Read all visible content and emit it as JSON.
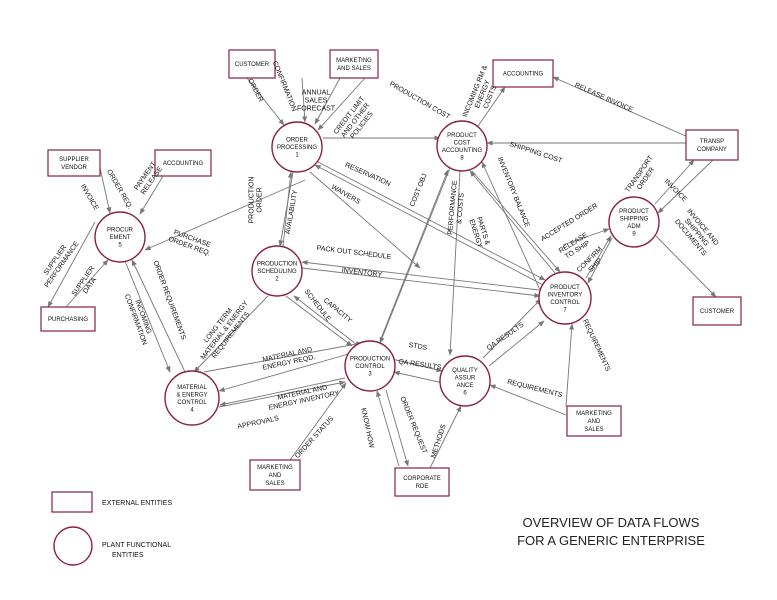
{
  "title": {
    "line1": "OVERVIEW OF DATA FLOWS",
    "line2": "FOR A GENERIC ENTERPRISE"
  },
  "legend": {
    "external": "EXTERNAL ENTITIES",
    "plant": [
      "PLANT FUNCTIONAL",
      "ENTITIES"
    ]
  },
  "external_entities": [
    {
      "id": "customer-top",
      "lines": [
        "CUSTOMER"
      ]
    },
    {
      "id": "marketing-top",
      "lines": [
        "MARKETING",
        "AND SALES"
      ]
    },
    {
      "id": "accounting-top",
      "lines": [
        "ACCOUNTING"
      ]
    },
    {
      "id": "supplier-vendor",
      "lines": [
        "SUPPLIER",
        "VENDOR"
      ]
    },
    {
      "id": "accounting-left",
      "lines": [
        "ACCOUNTING"
      ]
    },
    {
      "id": "transport-company",
      "lines": [
        "TRANSP",
        "COMPANY"
      ]
    },
    {
      "id": "purchasing",
      "lines": [
        "PURCHASING"
      ]
    },
    {
      "id": "customer-right",
      "lines": [
        "CUSTOMER"
      ]
    },
    {
      "id": "marketing-right",
      "lines": [
        "MARKETING",
        "AND",
        "SALES"
      ]
    },
    {
      "id": "marketing-bottom",
      "lines": [
        "MARKETING",
        "AND",
        "SALES"
      ]
    },
    {
      "id": "corporate-rde",
      "lines": [
        "CORPORATE",
        "RDE"
      ]
    }
  ],
  "functional_entities": [
    {
      "id": "order-processing",
      "lines": [
        "ORDER",
        "PROCESSING",
        "1"
      ]
    },
    {
      "id": "production-scheduling",
      "lines": [
        "PRODUCTION",
        "SCHEDULING",
        "2"
      ]
    },
    {
      "id": "product-cost-accounting",
      "lines": [
        "PRODUCT",
        "COST",
        "ACCOUNTING",
        "8"
      ]
    },
    {
      "id": "procurement",
      "lines": [
        "PROCUR",
        "EMENT",
        "5"
      ]
    },
    {
      "id": "product-shipping-adm",
      "lines": [
        "PRODUCT",
        "SHIPPING",
        "ADM",
        "9"
      ]
    },
    {
      "id": "product-inventory-control",
      "lines": [
        "PRODUCT",
        "INVENTORY",
        "CONTROL",
        "7"
      ]
    },
    {
      "id": "material-energy-control",
      "lines": [
        "MATERIAL",
        "& ENERGY",
        "CONTROL",
        "4"
      ]
    },
    {
      "id": "production-control",
      "lines": [
        "PRODUCTION",
        "CONTROL",
        "3"
      ]
    },
    {
      "id": "quality-assurance",
      "lines": [
        "QUALITY",
        "ASSUR",
        "ANCE",
        "6"
      ]
    }
  ],
  "flow_labels": [
    {
      "id": "order",
      "lines": [
        "ORDER"
      ]
    },
    {
      "id": "confirmation-top",
      "lines": [
        "CONFIRMATION"
      ]
    },
    {
      "id": "annual-sales-forecast",
      "lines": [
        "ANNUAL",
        "SALES",
        "FORECAST"
      ]
    },
    {
      "id": "credit-limit",
      "lines": [
        "CREDIT LIMIT",
        "AND OTHER",
        "POLICIES"
      ]
    },
    {
      "id": "production-cost",
      "lines": [
        "PRODUCTION COST"
      ]
    },
    {
      "id": "incoming-energy-costs",
      "lines": [
        "INCOMING RM &",
        "ENERGY",
        "COSTS"
      ]
    },
    {
      "id": "release-invoice",
      "lines": [
        "RELEASE INVOICE"
      ]
    },
    {
      "id": "shipping-cost",
      "lines": [
        "SHIPPING COST"
      ]
    },
    {
      "id": "transport-order",
      "lines": [
        "TRANSPORT",
        "ORDER"
      ]
    },
    {
      "id": "invoice",
      "lines": [
        "INVOICE"
      ]
    },
    {
      "id": "invoice-shipping-docs",
      "lines": [
        "INVOICE AND",
        "SHIPPING",
        "DOCUMENTS"
      ]
    },
    {
      "id": "production-order",
      "lines": [
        "PRODUCTION",
        "ORDER"
      ]
    },
    {
      "id": "availability",
      "lines": [
        "AVAILABILITY"
      ]
    },
    {
      "id": "reservation",
      "lines": [
        "RESERVATION"
      ]
    },
    {
      "id": "waivers",
      "lines": [
        "WAIVERS"
      ]
    },
    {
      "id": "cost-obj",
      "lines": [
        "COST OBJ"
      ]
    },
    {
      "id": "performance-costs",
      "lines": [
        "PERFORMANCE",
        "& COSTS"
      ]
    },
    {
      "id": "parts-energy",
      "lines": [
        "PARTS &",
        "ENERGY"
      ]
    },
    {
      "id": "inventory-balance",
      "lines": [
        "INVENTORY BALANCE"
      ]
    },
    {
      "id": "accepted-order",
      "lines": [
        "ACCEPTED ORDER"
      ]
    },
    {
      "id": "release-to-ship",
      "lines": [
        "RELEASE",
        "TO SHIP"
      ]
    },
    {
      "id": "confirm-ship",
      "lines": [
        "CONFIRM",
        "SHIP"
      ]
    },
    {
      "id": "order-req",
      "lines": [
        "ORDER REQ."
      ]
    },
    {
      "id": "payment-release",
      "lines": [
        "PAYMENT",
        "RELEASE"
      ]
    },
    {
      "id": "invoice-left",
      "lines": [
        "INVOICE"
      ]
    },
    {
      "id": "purchase-order-req",
      "lines": [
        "PURCHASE",
        "ORDER REQ."
      ]
    },
    {
      "id": "supplier-performance",
      "lines": [
        "SUPPLIER",
        "PERFORMANCE"
      ]
    },
    {
      "id": "supplier-data",
      "lines": [
        "SUPPLIER",
        "DATA"
      ]
    },
    {
      "id": "order-requirements",
      "lines": [
        "ORDER REQUIREMENTS"
      ]
    },
    {
      "id": "incoming-confirmation",
      "lines": [
        "INCOMING",
        "CONFIRMATION"
      ]
    },
    {
      "id": "pack-out-schedule",
      "lines": [
        "PACK OUT SCHEDULE"
      ]
    },
    {
      "id": "inventory",
      "lines": [
        "INVENTORY"
      ]
    },
    {
      "id": "long-term-requirements",
      "lines": [
        "LONG TERM",
        "MATERIAL & ENERGY",
        "REQUIREMENTS"
      ]
    },
    {
      "id": "schedule",
      "lines": [
        "SCHEDULE"
      ]
    },
    {
      "id": "capacity",
      "lines": [
        "CAPACITY"
      ]
    },
    {
      "id": "qa-results-right",
      "lines": [
        "QA RESULTS"
      ]
    },
    {
      "id": "requirements-right",
      "lines": [
        "REQUIREMENTS"
      ]
    },
    {
      "id": "stds",
      "lines": [
        "STDS"
      ]
    },
    {
      "id": "qa-results-mid",
      "lines": [
        "QA  RESULTS"
      ]
    },
    {
      "id": "material-energy-reqd",
      "lines": [
        "MATERIAL AND",
        "ENERGY REQD."
      ]
    },
    {
      "id": "material-energy-inventory",
      "lines": [
        "MATERIAL AND",
        "ENERGY INVENTORY"
      ]
    },
    {
      "id": "approvals",
      "lines": [
        "APPROVALS"
      ]
    },
    {
      "id": "requirements-bottom",
      "lines": [
        "REQUIREMENTS"
      ]
    },
    {
      "id": "order-status",
      "lines": [
        "ORDER STATUS"
      ]
    },
    {
      "id": "know-how",
      "lines": [
        "KNOW HOW"
      ]
    },
    {
      "id": "order-request",
      "lines": [
        "ORDER REQUEST"
      ]
    },
    {
      "id": "methods",
      "lines": [
        "METHODS"
      ]
    }
  ]
}
